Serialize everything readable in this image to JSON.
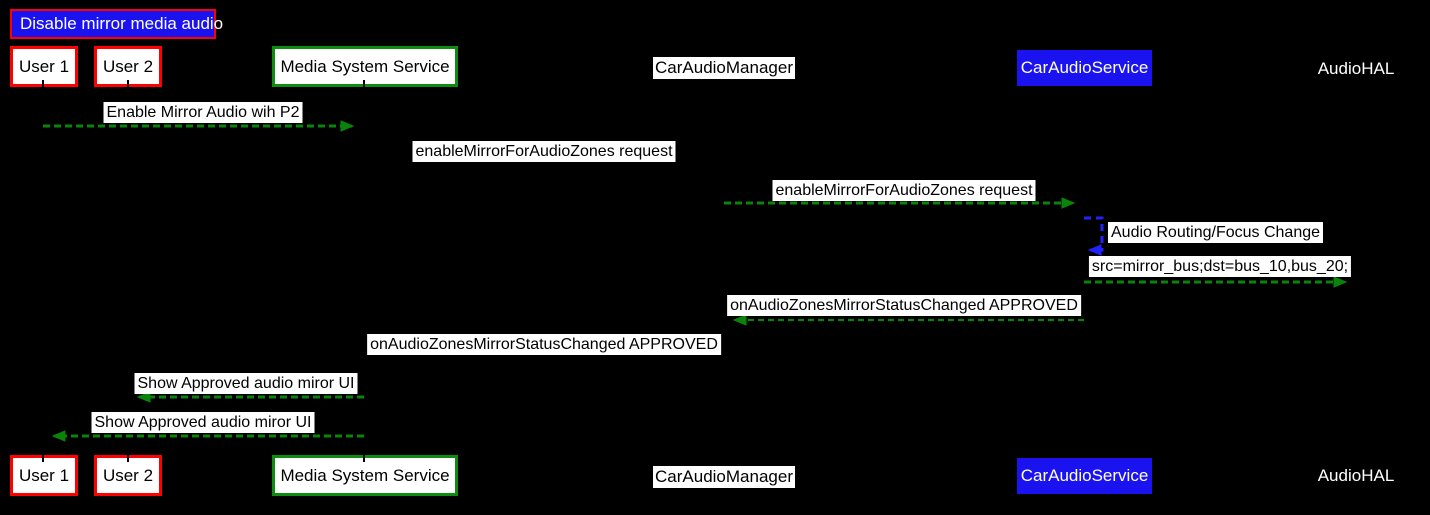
{
  "diagram": {
    "type": "sequence-diagram",
    "title": "Disable mirror media audio",
    "participants": [
      {
        "id": "user1",
        "label": "User 1",
        "style": "white box, red border"
      },
      {
        "id": "user2",
        "label": "User 2",
        "style": "white box, red border"
      },
      {
        "id": "mss",
        "label": "Media System Service",
        "style": "white box, green border"
      },
      {
        "id": "cam",
        "label": "CarAudioManager",
        "style": "black text on white strip"
      },
      {
        "id": "cas",
        "label": "CarAudioService",
        "style": "white text on blue box"
      },
      {
        "id": "hal",
        "label": "AudioHAL",
        "style": "white text, no box"
      }
    ],
    "messages": [
      {
        "from": "user1",
        "to": "mss",
        "label": "Enable Mirror Audio wih P2",
        "line": "dashed",
        "color": "green"
      },
      {
        "from": "mss",
        "to": "cam",
        "label": "enableMirrorForAudioZones request",
        "line": "dashed",
        "color": "black"
      },
      {
        "from": "cam",
        "to": "cas",
        "label": "enableMirrorForAudioZones request",
        "line": "dashed",
        "color": "green"
      },
      {
        "from": "cas",
        "to": "cas",
        "label": "Audio Routing/Focus Change",
        "line": "dashed",
        "color": "blue",
        "self_loop": true
      },
      {
        "from": "cas",
        "to": "hal",
        "label": "src=mirror_bus;dst=bus_10,bus_20;",
        "line": "dashed",
        "color": "green"
      },
      {
        "from": "cas",
        "to": "cam",
        "label": "onAudioZonesMirrorStatusChanged APPROVED",
        "line": "dashed",
        "color": "green"
      },
      {
        "from": "cam",
        "to": "mss",
        "label": "onAudioZonesMirrorStatusChanged APPROVED",
        "line": "dashed",
        "color": "black"
      },
      {
        "from": "mss",
        "to": "user2",
        "label": "Show Approved audio miror UI",
        "line": "dashed",
        "color": "green"
      },
      {
        "from": "mss",
        "to": "user1",
        "label": "Show Approved audio miror UI",
        "line": "dashed",
        "color": "green"
      }
    ],
    "colors": {
      "background": "#000000",
      "arrow_green": "#0a830a",
      "arrow_blue": "#2222ff",
      "arrow_black": "#000000",
      "box_blue_fill": "#1a13f0",
      "border_red": "#ff0000",
      "border_green": "#0e8c10",
      "label_bg": "#ffffff",
      "label_text": "#000000"
    }
  }
}
